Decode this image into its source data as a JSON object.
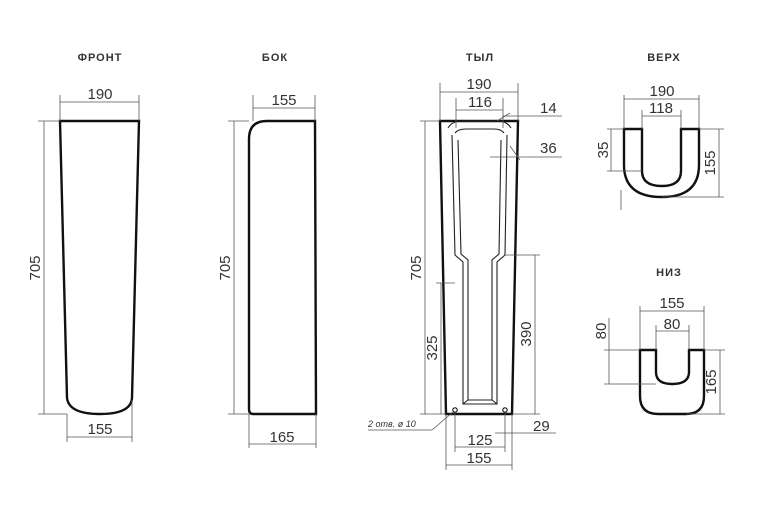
{
  "views": {
    "front": {
      "title": "ФРОНТ",
      "width_top": "190",
      "width_bottom": "155",
      "height": "705"
    },
    "side": {
      "title": "БОК",
      "width_top": "155",
      "width_bottom": "165",
      "height": "705"
    },
    "back": {
      "title": "ТЫЛ",
      "width_top": "190",
      "inner_width": "116",
      "offset_top": "14",
      "offset_inner": "36",
      "height": "705",
      "height_left": "325",
      "height_right": "390",
      "holes_note": "2 отв. ø 10",
      "hole_spacing": "125",
      "hole_offset": "29",
      "width_bottom": "155"
    },
    "top": {
      "title": "ВЕРХ",
      "width": "190",
      "inner_width": "118",
      "depth": "155",
      "wall": "35"
    },
    "bottom": {
      "title": "НИЗ",
      "width": "155",
      "inner_width": "80",
      "depth": "165",
      "wall": "80"
    }
  },
  "colors": {
    "line": "#111111",
    "dimension": "#555555",
    "text": "#333333"
  }
}
